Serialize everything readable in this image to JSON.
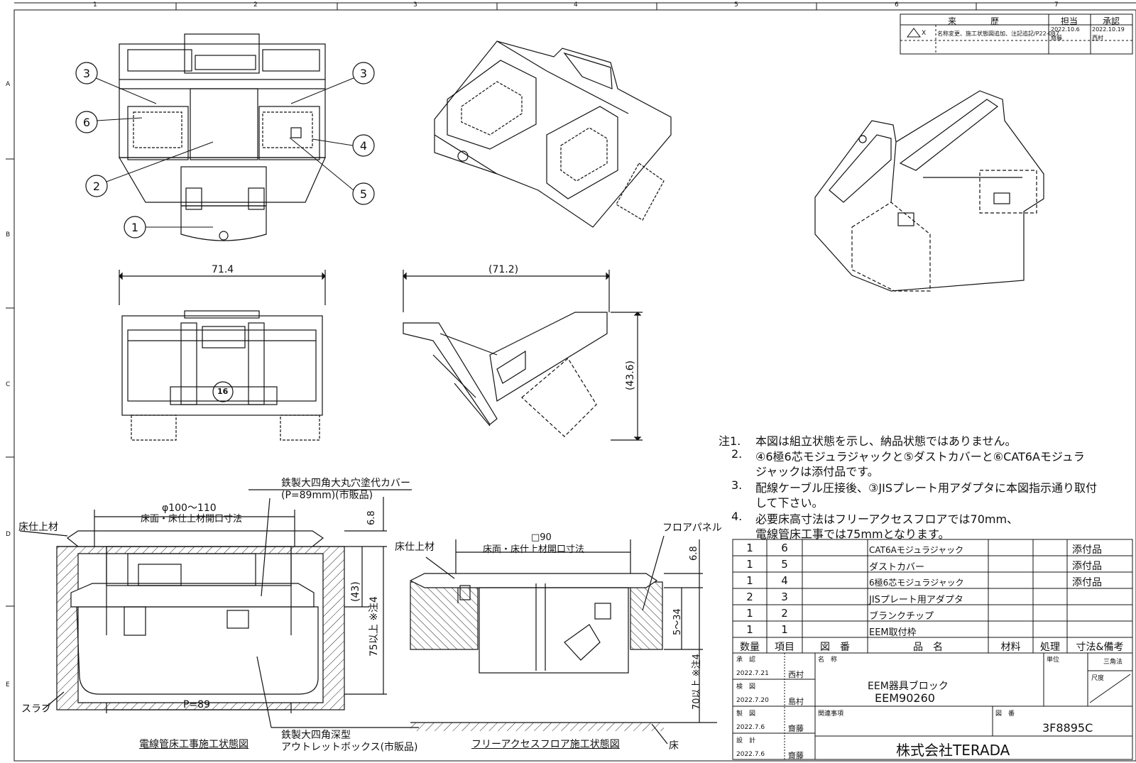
{
  "frame": {
    "cols": [
      "1",
      "2",
      "3",
      "4",
      "5",
      "6",
      "7"
    ],
    "rows": [
      "A",
      "B",
      "C",
      "D",
      "E"
    ]
  },
  "revision": {
    "head_history": "来　　　　歴",
    "head_charge": "担当",
    "head_approve": "承認",
    "mark": "X",
    "description": "名称変更、施工状態図追加、注記追記/P22-087",
    "date_charge": "2022.10.6",
    "name_charge": "齋藤",
    "date_approve": "2022.10.19",
    "name_approve": "西村"
  },
  "balloons": [
    "3",
    "3",
    "6",
    "4",
    "2",
    "5",
    "1"
  ],
  "dims": {
    "width_front": "71.4",
    "width_side": "(71.2)",
    "height_side": "(43.6)",
    "badge": "16",
    "left_dia": "φ100～110",
    "left_open": "床面・床仕上材開口寸法",
    "left_68": "6.8",
    "left_43": "(43)",
    "left_75": "75以上 ※注4",
    "left_p89": "P=89",
    "right_sq": "□90",
    "right_open": "床面・床仕上材開口寸法",
    "right_68": "6.8",
    "right_534": "5～34",
    "right_70": "70以上 ※注4"
  },
  "callouts": {
    "cover_1": "鉄製大四角大丸穴塗代カバー",
    "cover_2": "(P=89mm)(市販品)",
    "floor_mat_left": "床仕上材",
    "slab": "スラブ",
    "box_1": "鉄製大四角深型",
    "box_2": "アウトレットボックス(市販品)",
    "floor_mat_right": "床仕上材",
    "floor_panel": "フロアパネル",
    "floor": "床",
    "caption_left": "電線管床工事施工状態図",
    "caption_right": "フリーアクセスフロア施工状態図"
  },
  "notes": [
    {
      "no": "注1.",
      "text": "本図は組立状態を示し、納品状態ではありません。"
    },
    {
      "no": "2.",
      "text": "④6極6芯モジュラジャックと⑤ダストカバーと⑥CAT6Aモジュラ"
    },
    {
      "no": "",
      "text": "ジャックは添付品です。"
    },
    {
      "no": "3.",
      "text": "配線ケーブル圧接後、③JISプレート用アダプタに本図指示通り取付"
    },
    {
      "no": "",
      "text": "して下さい。"
    },
    {
      "no": "4.",
      "text": "必要床高寸法はフリーアクセスフロアでは70mm、"
    },
    {
      "no": "",
      "text": "電線管床工事では75mmとなります。"
    }
  ],
  "parts": {
    "header": {
      "qty": "数量",
      "item": "項目",
      "drawing": "図　番",
      "name": "品　名",
      "material": "材料",
      "process": "処理",
      "remark": "寸法&備考"
    },
    "rows": [
      {
        "qty": "1",
        "item": "6",
        "name": "CAT6Aモジュラジャック",
        "remark": "添付品"
      },
      {
        "qty": "1",
        "item": "5",
        "name": "ダストカバー",
        "remark": "添付品"
      },
      {
        "qty": "1",
        "item": "4",
        "name": "6極6芯モジュラジャック",
        "remark": "添付品"
      },
      {
        "qty": "2",
        "item": "3",
        "name": "JISプレート用アダプタ",
        "remark": ""
      },
      {
        "qty": "1",
        "item": "2",
        "name": "ブランクチップ",
        "remark": ""
      },
      {
        "qty": "1",
        "item": "1",
        "name": "EEM取付枠",
        "remark": ""
      }
    ]
  },
  "title_block": {
    "approve_label": "承　認",
    "approve_date": "2022.7.21",
    "approve_name": "西村",
    "check_label": "検　図",
    "check_date": "2022.7.20",
    "check_name": "島村",
    "draw_label": "製　図",
    "draw_date": "2022.7.6",
    "draw_name": "齋藤",
    "design_label": "設　計",
    "design_date": "2022.7.6",
    "design_name": "齋藤",
    "name_label": "名　称",
    "product_name": "EEM器具ブロック",
    "product_code": "EEM90260",
    "unit_label": "単位",
    "projection": "三角法",
    "scale_label": "尺度",
    "related_label": "関連事項",
    "drawing_no_label": "図　番",
    "drawing_no": "3F8895C",
    "company": "株式会社TERADA"
  }
}
